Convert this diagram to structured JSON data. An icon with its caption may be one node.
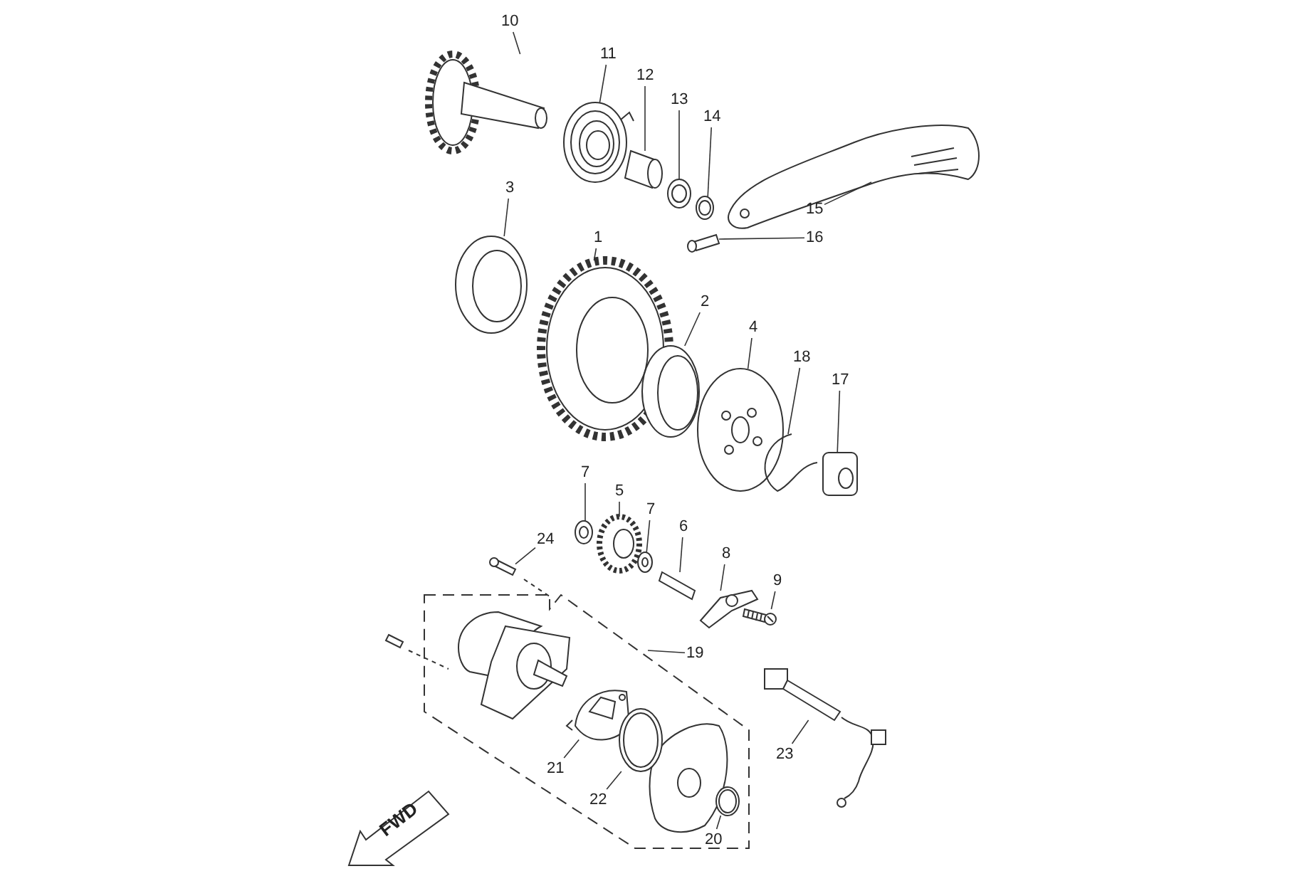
{
  "diagram": {
    "nodes": [
      {
        "text": [
          "10"
        ]
      },
      {
        "text": [
          "11"
        ]
      },
      {
        "text": [
          "12"
        ]
      },
      {
        "text": [
          "13"
        ]
      },
      {
        "text": [
          "14"
        ]
      },
      {
        "text": [
          "3"
        ]
      },
      {
        "text": [
          "15"
        ]
      },
      {
        "text": [
          "1"
        ]
      },
      {
        "text": [
          "16"
        ]
      },
      {
        "text": [
          "2"
        ]
      },
      {
        "text": [
          "4"
        ]
      },
      {
        "text": [
          "18"
        ]
      },
      {
        "text": [
          "17"
        ]
      },
      {
        "text": [
          "7"
        ]
      },
      {
        "text": [
          "5"
        ]
      },
      {
        "text": [
          "7"
        ]
      },
      {
        "text": [
          "6"
        ]
      },
      {
        "text": [
          "24"
        ]
      },
      {
        "text": [
          "8"
        ]
      },
      {
        "text": [
          "9"
        ]
      },
      {
        "text": [
          "19"
        ]
      },
      {
        "text": [
          "23"
        ]
      },
      {
        "text": [
          "21"
        ]
      },
      {
        "text": [
          "22"
        ]
      },
      {
        "text": [
          "20"
        ]
      },
      {
        "text": [
          "FWD"
        ]
      },
      {
        "text": [],
        "shape": "picture"
      },
      {
        "text": [],
        "shape": "picture"
      },
      {
        "text": [],
        "shape": "picture"
      },
      {
        "text": [],
        "shape": "picture"
      },
      {
        "text": [],
        "shape": "picture"
      },
      {
        "text": [],
        "shape": "picture"
      },
      {
        "text": [],
        "shape": "picture"
      },
      {
        "text": [],
        "shape": "picture"
      },
      {
        "text": [],
        "shape": "picture"
      },
      {
        "text": [],
        "shape": "picture"
      },
      {
        "text": [],
        "shape": "picture"
      },
      {
        "text": [],
        "shape": "picture"
      },
      {
        "text": [],
        "shape": "picture"
      },
      {
        "text": [],
        "shape": "picture"
      },
      {
        "text": [],
        "shape": "picture"
      },
      {
        "text": [],
        "shape": "picture"
      },
      {
        "text": [],
        "shape": "picture"
      },
      {
        "text": [],
        "shape": "picture"
      },
      {
        "text": [],
        "shape": "picture"
      },
      {
        "text": [],
        "shape": "picture"
      },
      {
        "text": [],
        "shape": "picture"
      },
      {
        "text": [],
        "shape": "picture"
      },
      {
        "text": [],
        "shape": "picture"
      },
      {
        "text": [],
        "shape": "picture"
      }
    ],
    "edges": [
      {
        "from": 0,
        "to": 26,
        "arrow": "none"
      },
      {
        "from": 1,
        "to": 27,
        "arrow": "none"
      },
      {
        "from": 2,
        "to": 28,
        "arrow": "none"
      },
      {
        "from": 3,
        "to": 29,
        "arrow": "none"
      },
      {
        "from": 4,
        "to": 30,
        "arrow": "none"
      },
      {
        "from": 5,
        "to": 33,
        "arrow": "none"
      },
      {
        "from": 6,
        "to": 31,
        "arrow": "none"
      },
      {
        "from": 7,
        "to": 34,
        "arrow": "none"
      },
      {
        "from": 8,
        "to": 32,
        "arrow": "none"
      },
      {
        "from": 9,
        "to": 35,
        "arrow": "none"
      },
      {
        "from": 10,
        "to": 36,
        "arrow": "none"
      },
      {
        "from": 11,
        "to": 37,
        "arrow": "none"
      },
      {
        "from": 12,
        "to": 38,
        "arrow": "none"
      },
      {
        "from": 13,
        "to": 39,
        "arrow": "none"
      },
      {
        "from": 14,
        "to": 40,
        "arrow": "none"
      },
      {
        "from": 15,
        "to": 41,
        "arrow": "none"
      },
      {
        "from": 16,
        "to": 42,
        "arrow": "none"
      },
      {
        "from": 17,
        "to": 45,
        "arrow": "none"
      },
      {
        "from": 18,
        "to": 43,
        "arrow": "none"
      },
      {
        "from": 19,
        "to": 44,
        "arrow": "none"
      },
      {
        "from": 20,
        "to": null,
        "arrow": "none"
      },
      {
        "from": 21,
        "to": 49,
        "arrow": "none"
      },
      {
        "from": 22,
        "to": 46,
        "arrow": "none"
      },
      {
        "from": 23,
        "to": 47,
        "arrow": "none"
      },
      {
        "from": 24,
        "to": 48,
        "arrow": "none"
      }
    ]
  }
}
